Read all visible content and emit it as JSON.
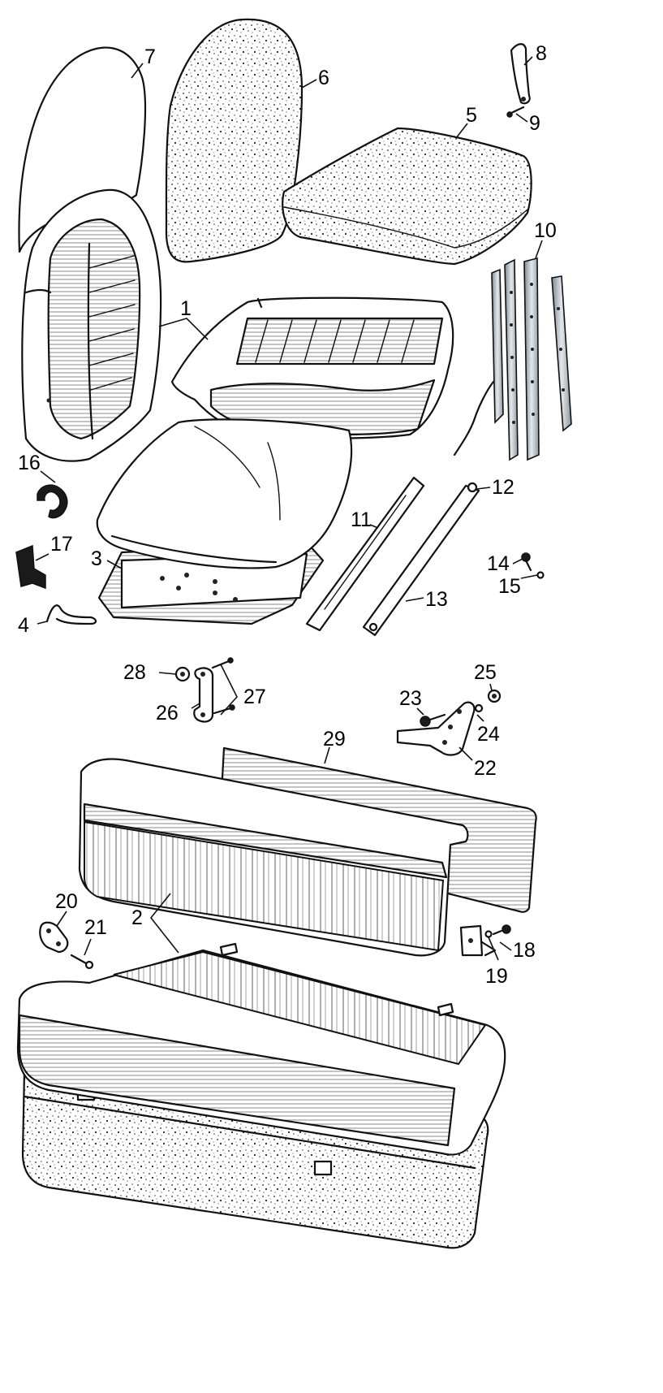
{
  "diagram": {
    "callouts": {
      "p1": "1",
      "p2": "2",
      "p3": "3",
      "p4": "4",
      "p5": "5",
      "p6": "6",
      "p7": "7",
      "p8": "8",
      "p9": "9",
      "p10": "10",
      "p11": "11",
      "p12": "12",
      "p13": "13",
      "p14": "14",
      "p15": "15",
      "p16": "16",
      "p17": "17",
      "p18": "18",
      "p19": "19",
      "p20": "20",
      "p21": "21",
      "p22": "22",
      "p23": "23",
      "p24": "24",
      "p25": "25",
      "p26": "26",
      "p27": "27",
      "p28": "28",
      "p29": "29"
    }
  }
}
